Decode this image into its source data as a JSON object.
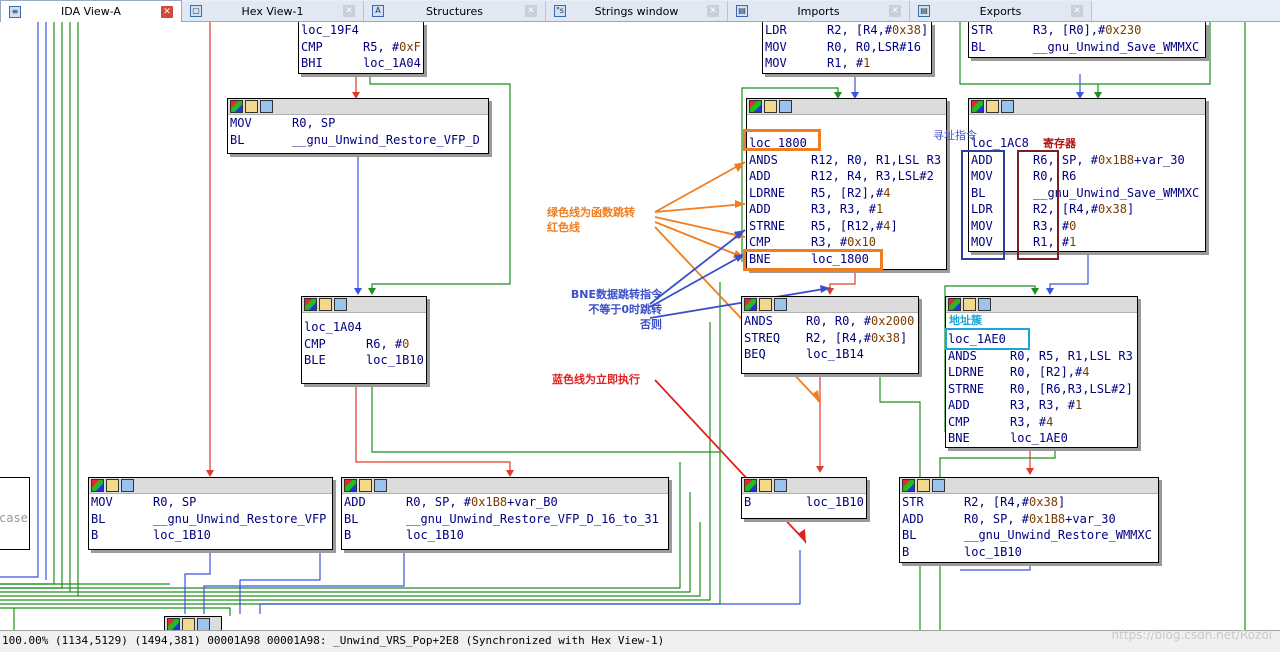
{
  "tabs": [
    {
      "label": "IDA View-A",
      "icon": "ida-view-icon",
      "active": true
    },
    {
      "label": "Hex View-1",
      "icon": "hex-view-icon"
    },
    {
      "label": "Structures",
      "icon": "structures-icon"
    },
    {
      "label": "Strings window",
      "icon": "strings-icon"
    },
    {
      "label": "Imports",
      "icon": "imports-icon"
    },
    {
      "label": "Exports",
      "icon": "exports-icon"
    }
  ],
  "nodes": {
    "n1": [
      "loc_19F4",
      "CMP|R5, #0xF",
      "BHI|loc_1A04"
    ],
    "n2": [
      "MOV|R0, SP",
      "BL|__gnu_Unwind_Restore_VFP_D"
    ],
    "n3": [
      "",
      "loc_1A04",
      "CMP|R6, #0",
      "BLE|loc_1B10"
    ],
    "n4": [
      "MOV|R0, SP",
      "BL|__gnu_Unwind_Restore_VFP",
      "B|loc_1B10"
    ],
    "n5": [
      "ADD|R0, SP, #0x1B8+var_B0",
      "BL|__gnu_Unwind_Restore_VFP_D_16_to_31",
      "B|loc_1B10"
    ],
    "n6": [
      "LDR|R2, [R4,#0x38]",
      "MOV|R0, R0,LSR#16",
      "MOV|R1, #1"
    ],
    "n7": [
      "",
      "loc_1800",
      "ANDS|R12, R0, R1,LSL R3",
      "ADD|R12, R4, R3,LSL#2",
      "LDRNE|R5, [R2],#4",
      "ADD|R3, R3, #1",
      "STRNE|R5, [R12,#4]",
      "CMP|R3, #0x10",
      "BNE|loc_1800"
    ],
    "n8": [
      "ANDS|R0, R0, #0x2000",
      "STREQ|R2, [R4,#0x38]",
      "BEQ|loc_1B14"
    ],
    "n9": [
      "B|loc_1B10"
    ],
    "n10": [
      "STR|R3, [R0],#0x230",
      "BL|__gnu_Unwind_Save_WMMXC"
    ],
    "n11": [
      "",
      "loc_1AC8",
      "ADD|R6, SP, #0x1B8+var_30",
      "MOV|R0, R6",
      "BL|__gnu_Unwind_Save_WMMXC",
      "LDR|R2, [R4,#0x38]",
      "MOV|R3, #0",
      "MOV|R1, #1"
    ],
    "n12": [
      "",
      "loc_1AE0",
      "ANDS|R0, R5, R1,LSL R3",
      "LDRNE|R0, [R2],#4",
      "STRNE|R0, [R6,R3,LSL#2]",
      "ADD|R3, R3, #1",
      "CMP|R3, #4",
      "BNE|loc_1AE0"
    ],
    "n13": [
      "STR|R2, [R4,#0x38]",
      "ADD|R0, SP, #0x1B8+var_30",
      "BL|__gnu_Unwind_Restore_WMMXC",
      "B|loc_1B10"
    ],
    "n14": [
      "",
      "case"
    ]
  },
  "annotations": {
    "green_red": [
      "绿色线为函数跳转",
      "红色线"
    ],
    "bne": [
      "BNE数据跳转指令",
      "不等于0时跳转",
      "否则"
    ],
    "blue": "蓝色线为立即执行",
    "addressing": "寻址指令",
    "register": "寄存器",
    "address_cluster": "地址簇"
  },
  "colors": {
    "orange": "#f07d1f",
    "blue_annotation": "#3b4fc9",
    "red_annotation": "#dd2222",
    "navy_box": "#2e3f9e",
    "maroon_box": "#7b1f1f",
    "cyan_box": "#1ba5d6",
    "green_edge": "#1f8f1f",
    "red_edge": "#e03a2a",
    "blue_edge": "#3a55e0"
  },
  "status": "100.00% (1134,5129) (1494,381) 00001A98 00001A98: _Unwind_VRS_Pop+2E8 (Synchronized with Hex View-1)",
  "watermark": "https://blog.csdn.net/Rozol"
}
